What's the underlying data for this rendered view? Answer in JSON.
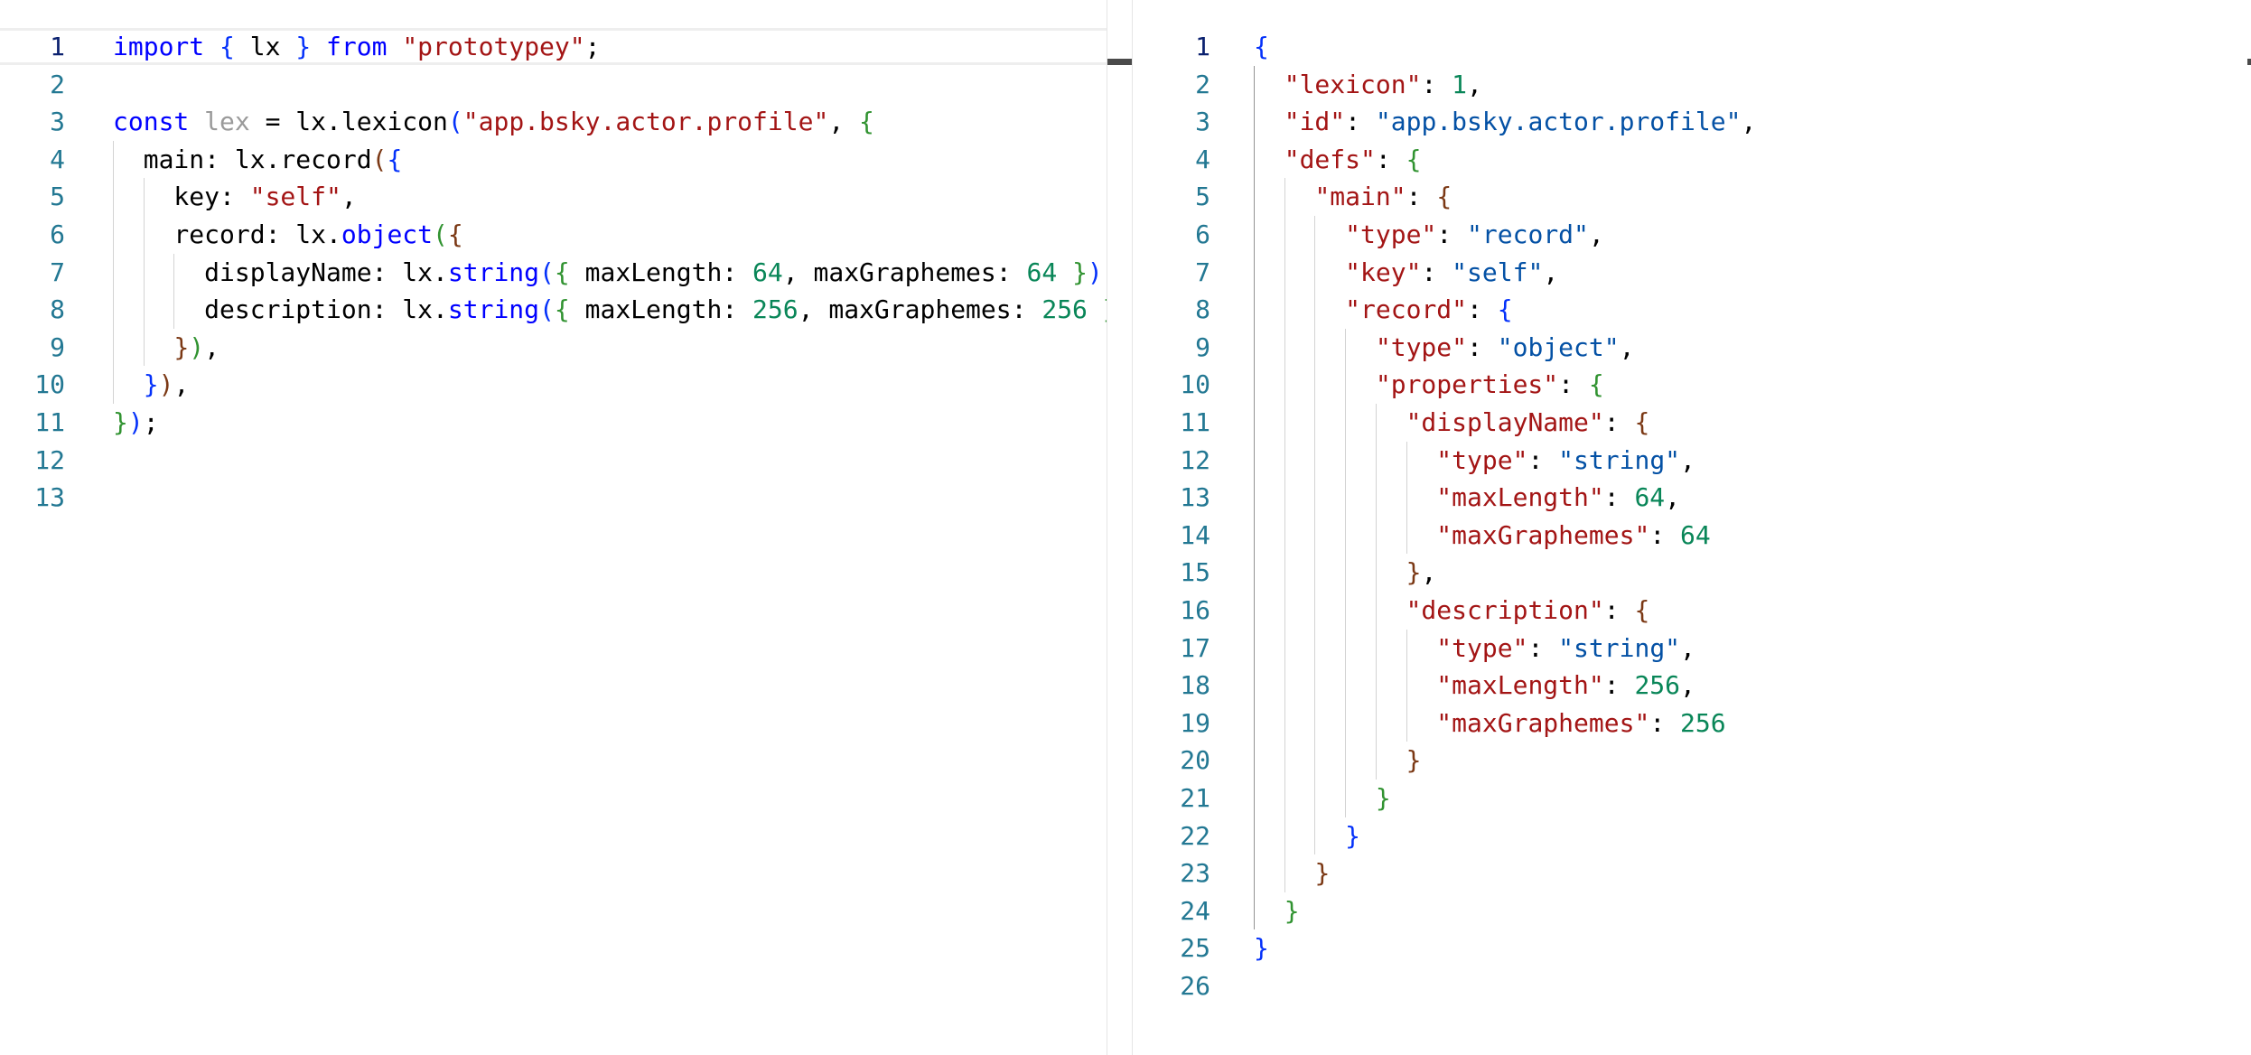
{
  "left_editor": {
    "active_line": 1,
    "line_count": 13,
    "lines": [
      [
        [
          "k",
          "import"
        ],
        [
          "p",
          " "
        ],
        [
          "b1",
          "{"
        ],
        [
          "p",
          " lx "
        ],
        [
          "b1",
          "}"
        ],
        [
          "p",
          " "
        ],
        [
          "k",
          "from"
        ],
        [
          "p",
          " "
        ],
        [
          "s",
          "\"prototypey\""
        ],
        [
          "p",
          ";"
        ]
      ],
      [],
      [
        [
          "k",
          "const"
        ],
        [
          "p",
          " "
        ],
        [
          "u",
          "lex"
        ],
        [
          "p",
          " = lx.lexicon"
        ],
        [
          "b1",
          "("
        ],
        [
          "s",
          "\"app.bsky.actor.profile\""
        ],
        [
          "p",
          ", "
        ],
        [
          "b2",
          "{"
        ]
      ],
      [
        [
          "p",
          "  main: lx.record"
        ],
        [
          "b3",
          "("
        ],
        [
          "b1",
          "{"
        ]
      ],
      [
        [
          "p",
          "    key: "
        ],
        [
          "s",
          "\"self\""
        ],
        [
          "p",
          ","
        ]
      ],
      [
        [
          "p",
          "    record: lx."
        ],
        [
          "f",
          "object"
        ],
        [
          "b2",
          "("
        ],
        [
          "b3",
          "{"
        ]
      ],
      [
        [
          "p",
          "      displayName: lx."
        ],
        [
          "f",
          "string"
        ],
        [
          "b1",
          "("
        ],
        [
          "b2",
          "{"
        ],
        [
          "p",
          " maxLength: "
        ],
        [
          "n",
          "64"
        ],
        [
          "p",
          ", maxGraphemes: "
        ],
        [
          "n",
          "64"
        ],
        [
          "p",
          " "
        ],
        [
          "b2",
          "}"
        ],
        [
          "b1",
          ")"
        ],
        [
          "p",
          ","
        ]
      ],
      [
        [
          "p",
          "      description: lx."
        ],
        [
          "f",
          "string"
        ],
        [
          "b1",
          "("
        ],
        [
          "b2",
          "{"
        ],
        [
          "p",
          " maxLength: "
        ],
        [
          "n",
          "256"
        ],
        [
          "p",
          ", maxGraphemes: "
        ],
        [
          "n",
          "256"
        ],
        [
          "p",
          " "
        ],
        [
          "b2",
          "}"
        ],
        [
          "b1",
          ")"
        ]
      ],
      [
        [
          "p",
          "    "
        ],
        [
          "b3",
          "}"
        ],
        [
          "b2",
          ")"
        ],
        [
          "p",
          ","
        ]
      ],
      [
        [
          "p",
          "  "
        ],
        [
          "b1",
          "}"
        ],
        [
          "b3",
          ")"
        ],
        [
          "p",
          ","
        ]
      ],
      [
        [
          "b2",
          "}"
        ],
        [
          "b1",
          ")"
        ],
        [
          "p",
          ";"
        ]
      ],
      [],
      []
    ]
  },
  "right_editor": {
    "active_line": 1,
    "line_count": 26,
    "lines": [
      [
        [
          "b1",
          "{"
        ]
      ],
      [
        [
          "p",
          "  "
        ],
        [
          "jk",
          "\"lexicon\""
        ],
        [
          "p",
          ": "
        ],
        [
          "n",
          "1"
        ],
        [
          "p",
          ","
        ]
      ],
      [
        [
          "p",
          "  "
        ],
        [
          "jk",
          "\"id\""
        ],
        [
          "p",
          ": "
        ],
        [
          "jv",
          "\"app.bsky.actor.profile\""
        ],
        [
          "p",
          ","
        ]
      ],
      [
        [
          "p",
          "  "
        ],
        [
          "jk",
          "\"defs\""
        ],
        [
          "p",
          ": "
        ],
        [
          "b2",
          "{"
        ]
      ],
      [
        [
          "p",
          "    "
        ],
        [
          "jk",
          "\"main\""
        ],
        [
          "p",
          ": "
        ],
        [
          "b3",
          "{"
        ]
      ],
      [
        [
          "p",
          "      "
        ],
        [
          "jk",
          "\"type\""
        ],
        [
          "p",
          ": "
        ],
        [
          "jv",
          "\"record\""
        ],
        [
          "p",
          ","
        ]
      ],
      [
        [
          "p",
          "      "
        ],
        [
          "jk",
          "\"key\""
        ],
        [
          "p",
          ": "
        ],
        [
          "jv",
          "\"self\""
        ],
        [
          "p",
          ","
        ]
      ],
      [
        [
          "p",
          "      "
        ],
        [
          "jk",
          "\"record\""
        ],
        [
          "p",
          ": "
        ],
        [
          "b1",
          "{"
        ]
      ],
      [
        [
          "p",
          "        "
        ],
        [
          "jk",
          "\"type\""
        ],
        [
          "p",
          ": "
        ],
        [
          "jv",
          "\"object\""
        ],
        [
          "p",
          ","
        ]
      ],
      [
        [
          "p",
          "        "
        ],
        [
          "jk",
          "\"properties\""
        ],
        [
          "p",
          ": "
        ],
        [
          "b2",
          "{"
        ]
      ],
      [
        [
          "p",
          "          "
        ],
        [
          "jk",
          "\"displayName\""
        ],
        [
          "p",
          ": "
        ],
        [
          "b3",
          "{"
        ]
      ],
      [
        [
          "p",
          "            "
        ],
        [
          "jk",
          "\"type\""
        ],
        [
          "p",
          ": "
        ],
        [
          "jv",
          "\"string\""
        ],
        [
          "p",
          ","
        ]
      ],
      [
        [
          "p",
          "            "
        ],
        [
          "jk",
          "\"maxLength\""
        ],
        [
          "p",
          ": "
        ],
        [
          "n",
          "64"
        ],
        [
          "p",
          ","
        ]
      ],
      [
        [
          "p",
          "            "
        ],
        [
          "jk",
          "\"maxGraphemes\""
        ],
        [
          "p",
          ": "
        ],
        [
          "n",
          "64"
        ]
      ],
      [
        [
          "p",
          "          "
        ],
        [
          "b3",
          "}"
        ],
        [
          "p",
          ","
        ]
      ],
      [
        [
          "p",
          "          "
        ],
        [
          "jk",
          "\"description\""
        ],
        [
          "p",
          ": "
        ],
        [
          "b3",
          "{"
        ]
      ],
      [
        [
          "p",
          "            "
        ],
        [
          "jk",
          "\"type\""
        ],
        [
          "p",
          ": "
        ],
        [
          "jv",
          "\"string\""
        ],
        [
          "p",
          ","
        ]
      ],
      [
        [
          "p",
          "            "
        ],
        [
          "jk",
          "\"maxLength\""
        ],
        [
          "p",
          ": "
        ],
        [
          "n",
          "256"
        ],
        [
          "p",
          ","
        ]
      ],
      [
        [
          "p",
          "            "
        ],
        [
          "jk",
          "\"maxGraphemes\""
        ],
        [
          "p",
          ": "
        ],
        [
          "n",
          "256"
        ]
      ],
      [
        [
          "p",
          "          "
        ],
        [
          "b3",
          "}"
        ]
      ],
      [
        [
          "p",
          "        "
        ],
        [
          "b2",
          "}"
        ]
      ],
      [
        [
          "p",
          "      "
        ],
        [
          "b1",
          "}"
        ]
      ],
      [
        [
          "p",
          "    "
        ],
        [
          "b3",
          "}"
        ]
      ],
      [
        [
          "p",
          "  "
        ],
        [
          "b2",
          "}"
        ]
      ],
      [
        [
          "b1",
          "}"
        ]
      ],
      []
    ]
  },
  "colors": {
    "keyword": "#0000ff",
    "string": "#a31515",
    "number": "#098658",
    "json_value": "#0451a5",
    "line_number": "#237893",
    "bracket_1": "#0431fa",
    "bracket_2": "#319331",
    "bracket_3": "#7b3814"
  }
}
